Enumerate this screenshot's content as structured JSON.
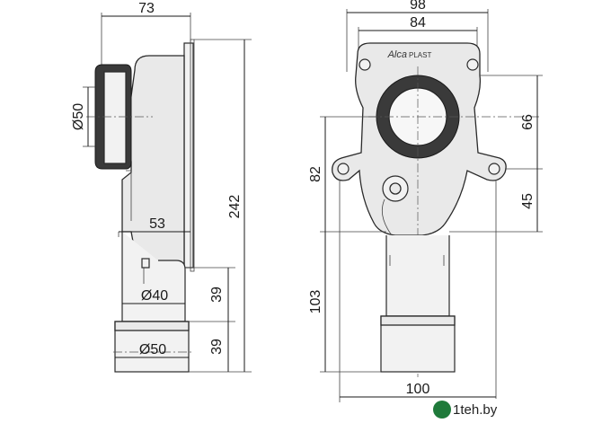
{
  "dimensions": {
    "side_width": "73",
    "side_diameter_top": "Ø50",
    "side_total_height": "242",
    "side_outlet_offset": "53",
    "side_pipe_diameter": "Ø40",
    "side_pipe_length": "39",
    "side_outlet_diameter": "Ø50",
    "side_outlet_length": "39",
    "front_outer_width": "98",
    "front_hole_spacing": "84",
    "front_upper_height": "66",
    "front_mid_height": "45",
    "front_left_height": "82",
    "front_lower_height": "103",
    "front_bottom_width": "100"
  },
  "brand": {
    "logo_main": "Alca",
    "logo_sub": "PLAST"
  },
  "watermark": {
    "text": "1teh.by"
  },
  "colors": {
    "line": "#1a1a1a",
    "body_fill": "#e9e9e9",
    "gasket": "#3a3a3a",
    "watermark_icon": "#1f7a3a"
  }
}
